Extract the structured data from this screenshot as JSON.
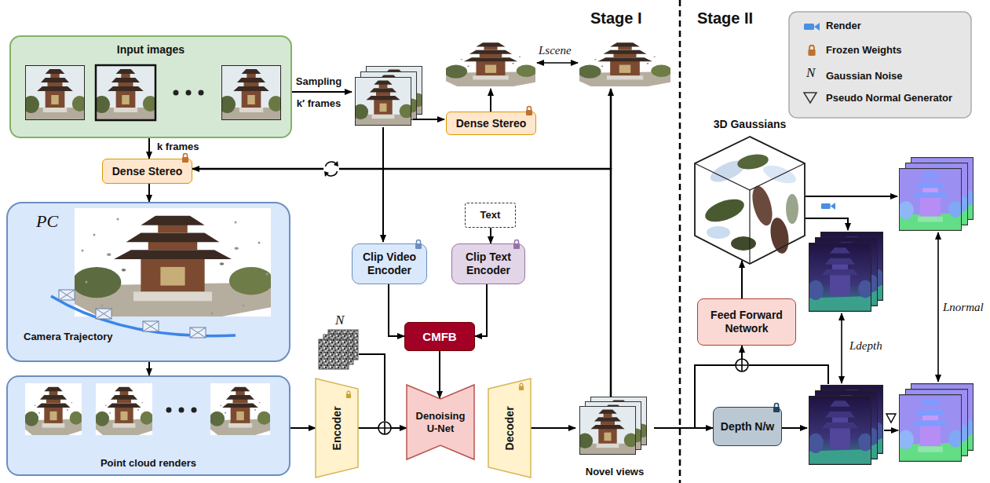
{
  "diagram": {
    "nodes": [
      {
        "text": [
          "Input images"
        ]
      },
      {
        "text": [
          "Dense Stereo"
        ]
      },
      {
        "text": [
          "Dense Stereo"
        ]
      },
      {
        "text": [
          "PC",
          "Camera Trajectory"
        ]
      },
      {
        "text": [
          "Point cloud renders"
        ]
      },
      {
        "text": [
          "Text"
        ]
      },
      {
        "text": [
          "Clip Video Encoder"
        ]
      },
      {
        "text": [
          "Clip Text Encoder"
        ]
      },
      {
        "text": [
          "CMFB"
        ]
      },
      {
        "text": [
          "Encoder"
        ]
      },
      {
        "text": [
          "Denoising U-Net"
        ]
      },
      {
        "text": [
          "Decoder"
        ]
      },
      {
        "text": [
          "Novel views"
        ]
      },
      {
        "text": [
          "3D Gaussians"
        ]
      },
      {
        "text": [
          "Feed Forward Network"
        ]
      },
      {
        "text": [
          "Depth N/w"
        ]
      }
    ],
    "edges": [
      {
        "from": 0,
        "to": 2,
        "label": "k frames",
        "arrow": "to"
      },
      {
        "from": 2,
        "to": 3,
        "arrow": "to"
      },
      {
        "from": 3,
        "to": 4,
        "arrow": "to"
      },
      {
        "from": 4,
        "to": 9,
        "arrow": "to"
      },
      {
        "from": 9,
        "to": 10,
        "arrow": "to"
      },
      {
        "from": 11,
        "to": 12,
        "arrow": "to"
      },
      {
        "from": 12,
        "to": 2,
        "arrow": "to"
      },
      {
        "from": 5,
        "to": 7,
        "arrow": "to"
      },
      {
        "from": 6,
        "to": 8,
        "arrow": "to"
      },
      {
        "from": 7,
        "to": 8,
        "arrow": "to"
      },
      {
        "from": 8,
        "to": 10,
        "arrow": "to"
      },
      {
        "from": 12,
        "to": 15,
        "arrow": "to"
      },
      {
        "from": 12,
        "to": 14,
        "arrow": "to"
      },
      {
        "from": 14,
        "to": 13,
        "arrow": "to"
      }
    ],
    "labels": [
      "Stage I",
      "Stage II",
      "Sampling k′ frames",
      "Lscene",
      "N",
      "Ldepth",
      "Lnormal",
      "N"
    ],
    "legend": [
      {
        "text": "Render"
      },
      {
        "text": "Frozen Weights"
      },
      {
        "text": "Gaussian Noise"
      },
      {
        "text": "Pseudo Normal Generator"
      }
    ]
  }
}
